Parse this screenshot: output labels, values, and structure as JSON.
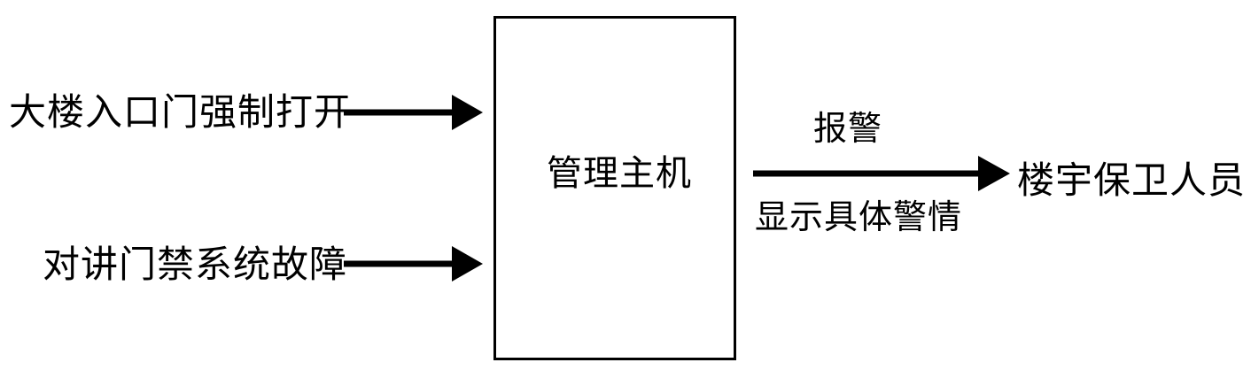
{
  "diagram": {
    "inputs": [
      {
        "label": "大楼入口门强制打开"
      },
      {
        "label": "对讲门禁系统故障"
      }
    ],
    "central_node": {
      "label": "管理主机"
    },
    "output_edge": {
      "label_top": "报警",
      "label_bottom": "显示具体警情"
    },
    "output_node": {
      "label": "楼宇保卫人员"
    }
  },
  "colors": {
    "ink": "#000000",
    "background": "#ffffff"
  }
}
